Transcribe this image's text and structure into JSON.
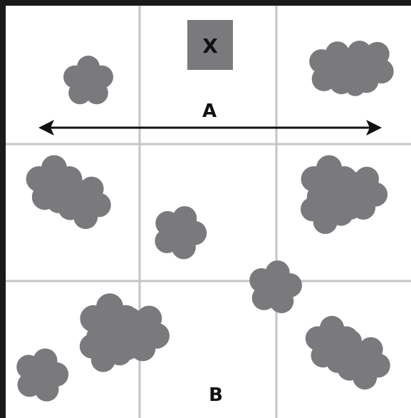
{
  "colors": {
    "frame": "#1a1a1a",
    "grid": "#c4c4c4",
    "shape": "#7a7a7c",
    "arrow": "#111111",
    "label": "#111111"
  },
  "labels": {
    "square_marker": "X",
    "arrow_label": "A",
    "bottom_label": "B"
  }
}
